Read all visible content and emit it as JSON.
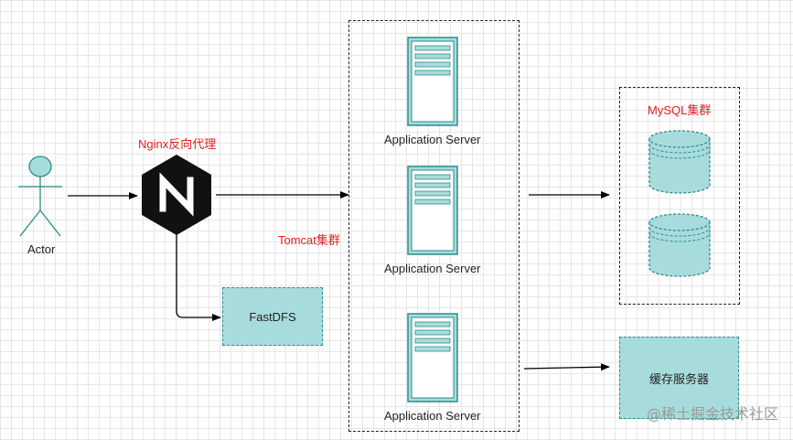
{
  "actor": {
    "label": "Actor"
  },
  "nginx": {
    "label": "Nginx反向代理",
    "icon_letter": "N"
  },
  "tomcat": {
    "label": "Tomcat集群"
  },
  "fastdfs": {
    "label": "FastDFS"
  },
  "servers": [
    {
      "label": "Application Server"
    },
    {
      "label": "Application Server"
    },
    {
      "label": "Application Server"
    }
  ],
  "mysql": {
    "label": "MySQL集群"
  },
  "cache": {
    "label": "缓存服务器"
  },
  "watermark": {
    "text": "@稀土掘金技术社区"
  },
  "colors": {
    "teal_fill": "#a8dcdc",
    "teal_stroke": "#2e8b8b",
    "annotation_red": "#e02020",
    "nginx_bg": "#111111"
  }
}
